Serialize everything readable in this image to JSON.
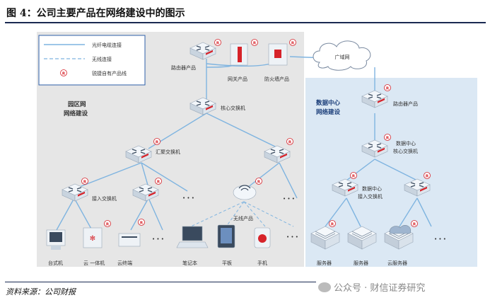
{
  "title": "图 4：公司主要产品在网络建设中的图示",
  "source": "资料来源：公司财报",
  "watermark": "公众号 · 财信证券研究",
  "legend": {
    "items": [
      {
        "label": "光纤电缆连接",
        "style": "solid"
      },
      {
        "label": "无线连接",
        "style": "dashed"
      },
      {
        "label": "锐捷自有产品线",
        "style": "mark",
        "mark": "R"
      }
    ]
  },
  "cloud_label": "广域网",
  "campus": {
    "title_line1": "园区网",
    "title_line2": "网络建设",
    "router": "路由器产品",
    "gateway": "网关产品",
    "firewall": "防火墙产品",
    "core_switch": "核心交换机",
    "aggregation_switch": "汇聚交换机",
    "access_switch": "接入交换机",
    "wireless": "无线产品",
    "endpoints": [
      "台式机",
      "云 一体机",
      "云终端",
      "笔记本",
      "平板",
      "手机"
    ]
  },
  "datacenter": {
    "title_line1": "数据中心",
    "title_line2": "网络建设",
    "router": "路由器产品",
    "core_line1": "数据中心",
    "core_line2": "核心交换机",
    "access_line1": "数据中心",
    "access_line2": "接入交换机",
    "servers": [
      "服务器",
      "服务器",
      "云服务器"
    ]
  },
  "colors": {
    "campus_bg": "#e6e6e6",
    "dc_bg": "#dbe8f4",
    "line": "#7fb4e0",
    "brand_mark": "#d6232a",
    "title_rule": "#1a2a52"
  },
  "icons": [
    "switch-icon",
    "gateway-icon",
    "firewall-icon",
    "cloud-icon",
    "access-point-icon",
    "desktop-icon",
    "all-in-one-icon",
    "thin-client-icon",
    "laptop-icon",
    "tablet-icon",
    "phone-icon",
    "server-icon",
    "cloud-server-icon",
    "brand-mark-icon"
  ]
}
